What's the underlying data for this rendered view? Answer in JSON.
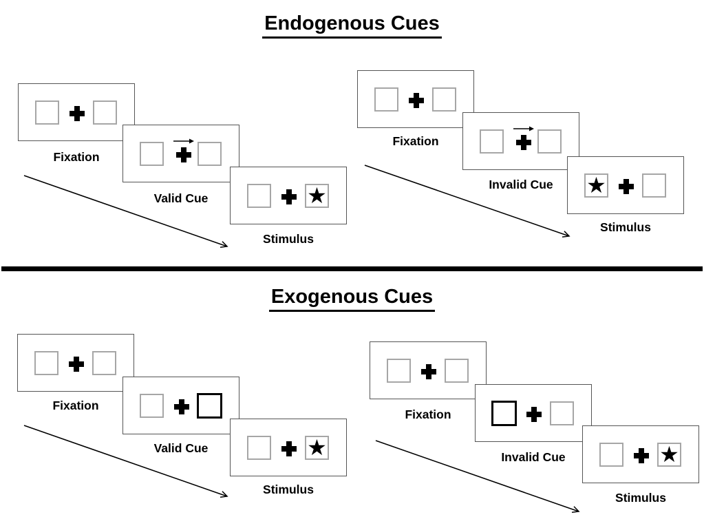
{
  "titles": {
    "endogenous": "Endogenous Cues",
    "exogenous": "Exogenous Cues"
  },
  "symbols": {
    "star": "★",
    "fixation_cross": "+",
    "endogenous_cue": "arrow-pointing-right",
    "exogenous_cue": "bold-highlighted-box"
  },
  "sequences": {
    "endogenous_valid": {
      "fixation": "Fixation",
      "cue": "Valid Cue",
      "stimulus": "Stimulus",
      "cue_type": "central arrow pointing right",
      "stimulus_side": "right"
    },
    "endogenous_invalid": {
      "fixation": "Fixation",
      "cue": "Invalid Cue",
      "stimulus": "Stimulus",
      "cue_type": "central arrow pointing right",
      "stimulus_side": "left"
    },
    "exogenous_valid": {
      "fixation": "Fixation",
      "cue": "Valid Cue",
      "stimulus": "Stimulus",
      "cue_type": "highlighted right box",
      "stimulus_side": "right"
    },
    "exogenous_invalid": {
      "fixation": "Fixation",
      "cue": "Invalid Cue",
      "stimulus": "Stimulus",
      "cue_type": "highlighted left box",
      "stimulus_side": "right"
    }
  },
  "colors": {
    "background": "#ffffff",
    "ink": "#000000",
    "panel_border": "#545454",
    "placeholder_box_border": "#a6a6a6",
    "cue_highlight": "#000000",
    "divider": "#000000"
  }
}
